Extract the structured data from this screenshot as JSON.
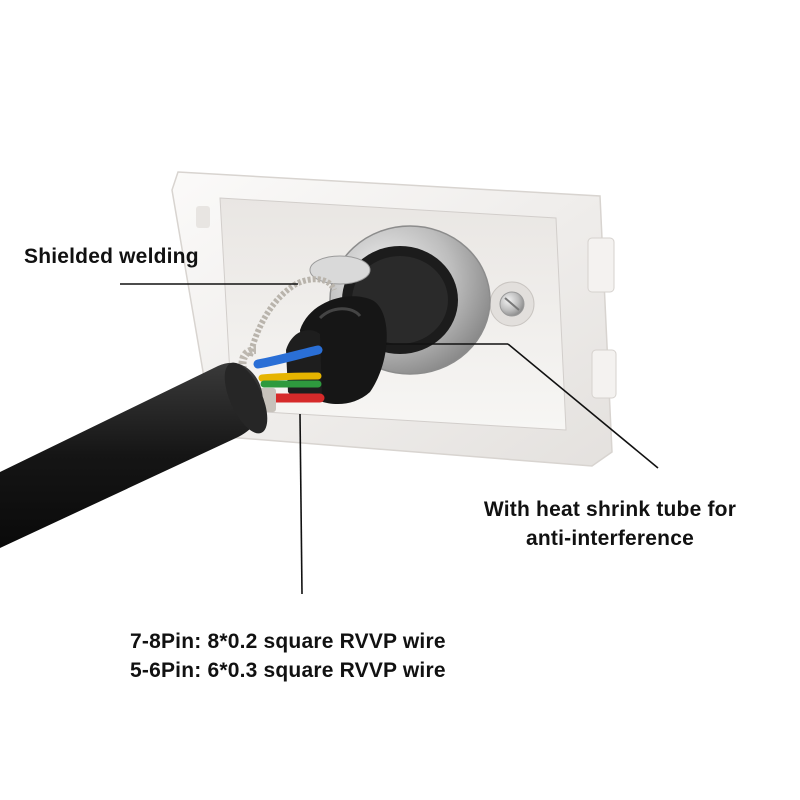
{
  "annotations": {
    "shielded_welding": "Shielded welding",
    "heat_shrink_line1": "With heat shrink tube for",
    "heat_shrink_line2": "anti-interference",
    "wire_spec_line1": "7-8Pin: 8*0.2 square RVVP wire",
    "wire_spec_line2": "5-6Pin: 6*0.3 square RVVP wire"
  },
  "colors": {
    "background": "#ffffff",
    "faceplate": "#f2f0ee",
    "cable": "#1a1a1a",
    "connector_metal": "#c8c8c8",
    "label_text": "#111111",
    "wire_blue": "#2a6fd6",
    "wire_green": "#2e9a3e",
    "wire_red": "#d62a2a"
  }
}
